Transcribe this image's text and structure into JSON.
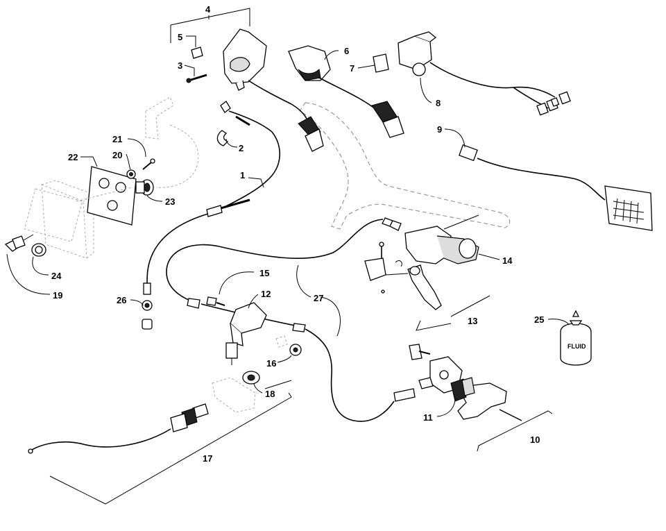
{
  "callouts": {
    "c1": "1",
    "c2": "2",
    "c3": "3",
    "c4": "4",
    "c5": "5",
    "c6": "6",
    "c7": "7",
    "c8": "8",
    "c9": "9",
    "c10": "10",
    "c11": "11",
    "c12": "12",
    "c13": "13",
    "c14": "14",
    "c15": "15",
    "c16": "16",
    "c17": "17",
    "c18": "18",
    "c19": "19",
    "c20": "20",
    "c21": "21",
    "c22": "22",
    "c23": "23",
    "c24": "24",
    "c25": "25",
    "c26": "26",
    "c27": "27"
  },
  "bottle_label": "FLUID"
}
